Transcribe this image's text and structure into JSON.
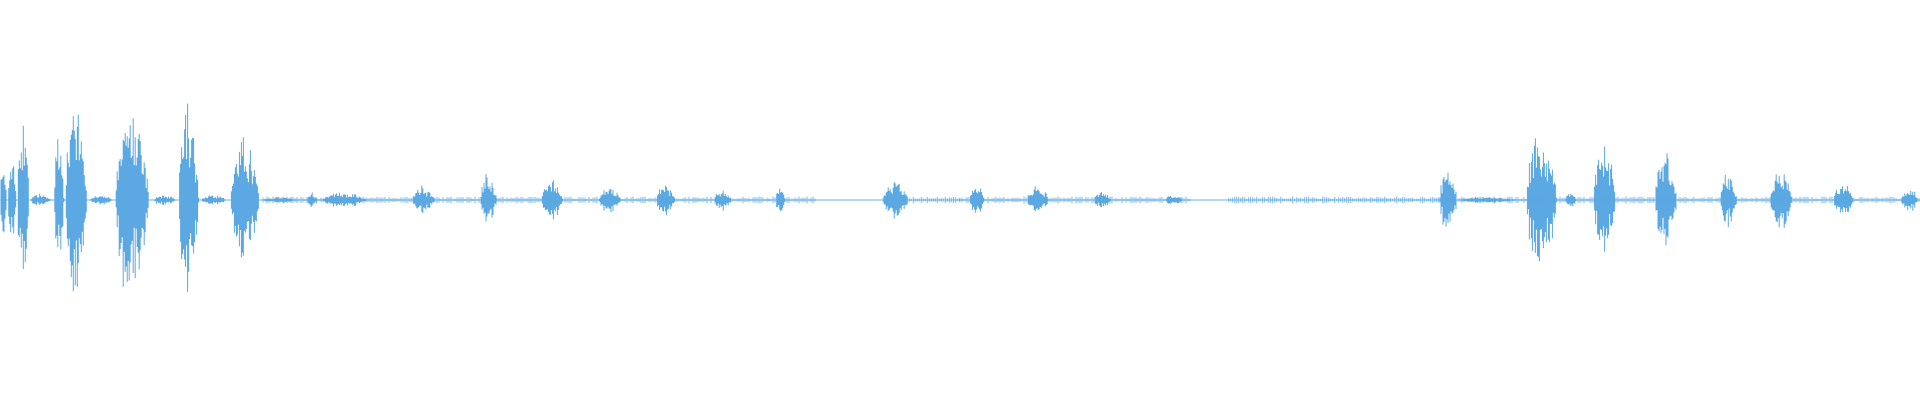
{
  "colors": {
    "background": "#ffffff",
    "waveform": "#5ba8e2"
  },
  "waveform": {
    "normalized_duration": 1,
    "amplitude_range": [
      -1,
      1
    ],
    "segments": [
      {
        "start": 0.0,
        "end": 0.004,
        "amp": 0.35
      },
      {
        "start": 0.004,
        "end": 0.009,
        "amp": 0.55
      },
      {
        "start": 0.009,
        "end": 0.016,
        "amp": 0.8
      },
      {
        "start": 0.016,
        "end": 0.028,
        "amp": 0.06
      },
      {
        "start": 0.028,
        "end": 0.034,
        "amp": 0.75
      },
      {
        "start": 0.034,
        "end": 0.047,
        "amp": 1.0
      },
      {
        "start": 0.047,
        "end": 0.06,
        "amp": 0.05
      },
      {
        "start": 0.06,
        "end": 0.08,
        "amp": 0.92
      },
      {
        "start": 0.08,
        "end": 0.093,
        "amp": 0.05
      },
      {
        "start": 0.093,
        "end": 0.105,
        "amp": 0.88
      },
      {
        "start": 0.105,
        "end": 0.12,
        "amp": 0.05
      },
      {
        "start": 0.12,
        "end": 0.137,
        "amp": 0.66
      },
      {
        "start": 0.137,
        "end": 0.158,
        "amp": 0.03
      },
      {
        "start": 0.16,
        "end": 0.166,
        "amp": 0.08
      },
      {
        "start": 0.168,
        "end": 0.195,
        "amp": 0.08
      },
      {
        "start": 0.215,
        "end": 0.228,
        "amp": 0.13
      },
      {
        "start": 0.25,
        "end": 0.26,
        "amp": 0.25
      },
      {
        "start": 0.282,
        "end": 0.295,
        "amp": 0.2
      },
      {
        "start": 0.312,
        "end": 0.325,
        "amp": 0.14
      },
      {
        "start": 0.342,
        "end": 0.353,
        "amp": 0.16
      },
      {
        "start": 0.372,
        "end": 0.382,
        "amp": 0.1
      },
      {
        "start": 0.404,
        "end": 0.41,
        "amp": 0.12
      },
      {
        "start": 0.46,
        "end": 0.475,
        "amp": 0.18
      },
      {
        "start": 0.505,
        "end": 0.514,
        "amp": 0.17
      },
      {
        "start": 0.535,
        "end": 0.548,
        "amp": 0.15
      },
      {
        "start": 0.57,
        "end": 0.58,
        "amp": 0.09
      },
      {
        "start": 0.607,
        "end": 0.617,
        "amp": 0.05
      },
      {
        "start": 0.75,
        "end": 0.76,
        "amp": 0.35
      },
      {
        "start": 0.76,
        "end": 0.795,
        "amp": 0.03
      },
      {
        "start": 0.795,
        "end": 0.813,
        "amp": 0.72
      },
      {
        "start": 0.815,
        "end": 0.822,
        "amp": 0.08
      },
      {
        "start": 0.83,
        "end": 0.843,
        "amp": 0.58
      },
      {
        "start": 0.862,
        "end": 0.875,
        "amp": 0.45
      },
      {
        "start": 0.896,
        "end": 0.906,
        "amp": 0.27
      },
      {
        "start": 0.922,
        "end": 0.935,
        "amp": 0.33
      },
      {
        "start": 0.955,
        "end": 0.967,
        "amp": 0.18
      },
      {
        "start": 0.99,
        "end": 1.0,
        "amp": 0.14
      }
    ],
    "noise_floor_ranges": [
      [
        0.137,
        0.425
      ],
      [
        0.46,
        0.5
      ],
      [
        0.5,
        0.62
      ],
      [
        0.64,
        0.75
      ],
      [
        0.75,
        1.0
      ]
    ]
  }
}
